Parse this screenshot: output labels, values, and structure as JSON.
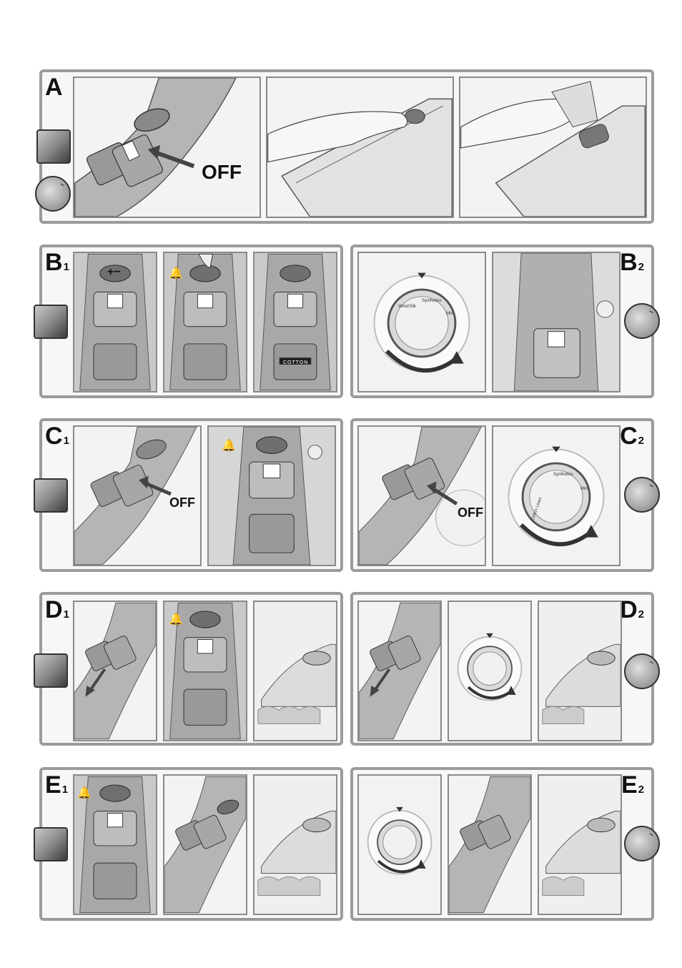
{
  "sections": {
    "A": {
      "letter": "A",
      "sub": ""
    },
    "B1": {
      "letter": "B",
      "sub": "1"
    },
    "B2": {
      "letter": "B",
      "sub": "2"
    },
    "C1": {
      "letter": "C",
      "sub": "1"
    },
    "C2": {
      "letter": "C",
      "sub": "2"
    },
    "D1": {
      "letter": "D",
      "sub": "1"
    },
    "D2": {
      "letter": "D",
      "sub": "2"
    },
    "E1": {
      "letter": "E",
      "sub": "1"
    },
    "E2": {
      "letter": "E",
      "sub": "2"
    }
  },
  "callouts": {
    "off_large": "OFF",
    "off_c1": "OFF",
    "off_c2": "OFF"
  },
  "display": {
    "cotton": "COTTON"
  },
  "dial": {
    "wool_silk": "Wool/Silk",
    "synthetics": "Synthetics",
    "min": "Min",
    "cotton_linen": "Cotton Linen"
  },
  "control": {
    "plus": "+",
    "minus": "−"
  },
  "icons": {
    "square": "steam-square-icon",
    "round": "temperature-round-icon",
    "bell": "bell-icon"
  }
}
